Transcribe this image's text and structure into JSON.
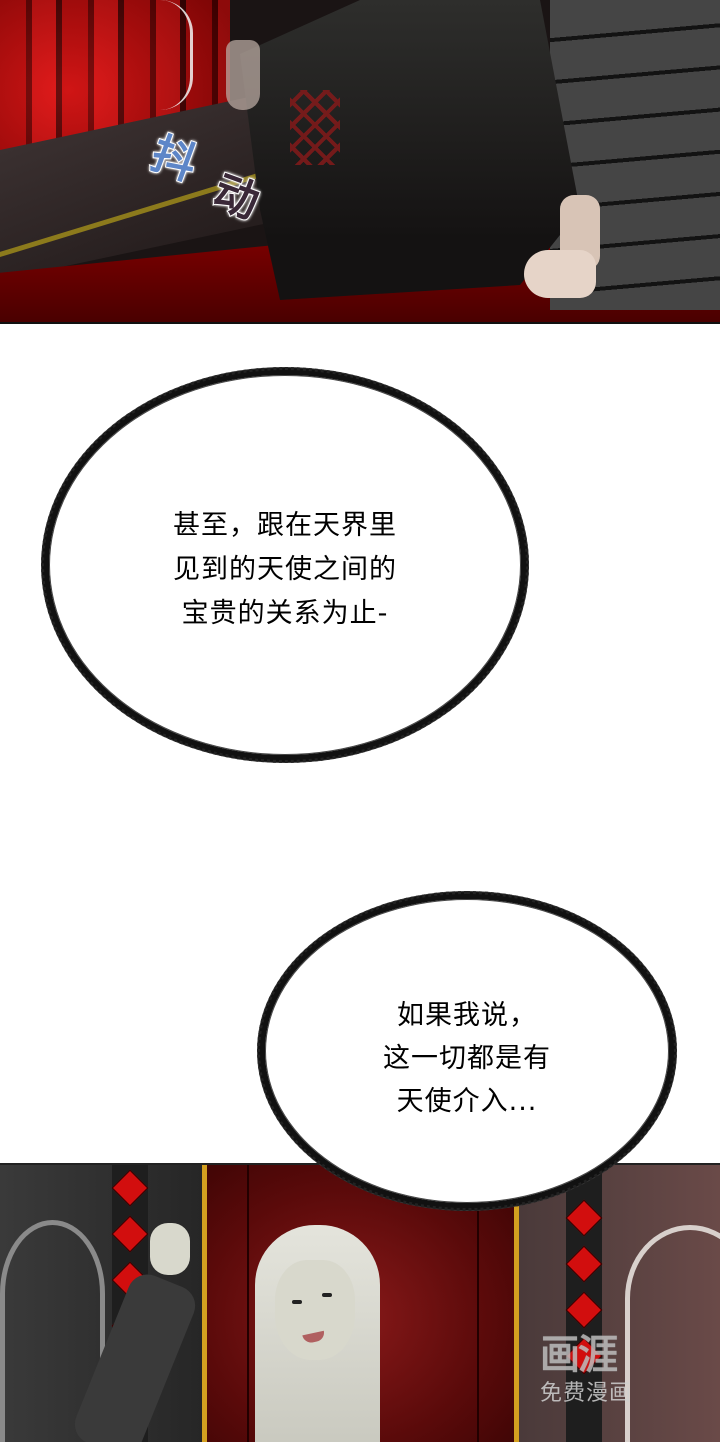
{
  "comic": {
    "panels": [
      {
        "id": "panel-top",
        "description": "Barefoot figure in a dark translucent robe on red carpet beside red gothic panels and dark stone steps",
        "sfx": {
          "text": "抖动",
          "chars": [
            "抖",
            "动"
          ],
          "colors": [
            "#5d86c8",
            "#3a2838"
          ]
        }
      },
      {
        "id": "panel-bottom",
        "description": "Long white-haired figure smiling, lifting a strand of hair, in a red and dark gothic room with diamond-patterned pillars"
      }
    ],
    "bubbles": [
      {
        "id": "bubble-1",
        "lines": [
          "甚至，跟在天界里",
          "见到的天使之间的",
          "宝贵的关系为止-"
        ]
      },
      {
        "id": "bubble-2",
        "lines": [
          "如果我说，",
          "这一切都是有",
          "天使介入..."
        ]
      }
    ],
    "watermark": {
      "logo": "画涯",
      "subtitle": "免费漫画"
    }
  },
  "colors": {
    "gutter": "#ffffff",
    "bubble_border": "#111111",
    "accent_red": "#d20e0e",
    "accent_gold": "#d4a020"
  }
}
